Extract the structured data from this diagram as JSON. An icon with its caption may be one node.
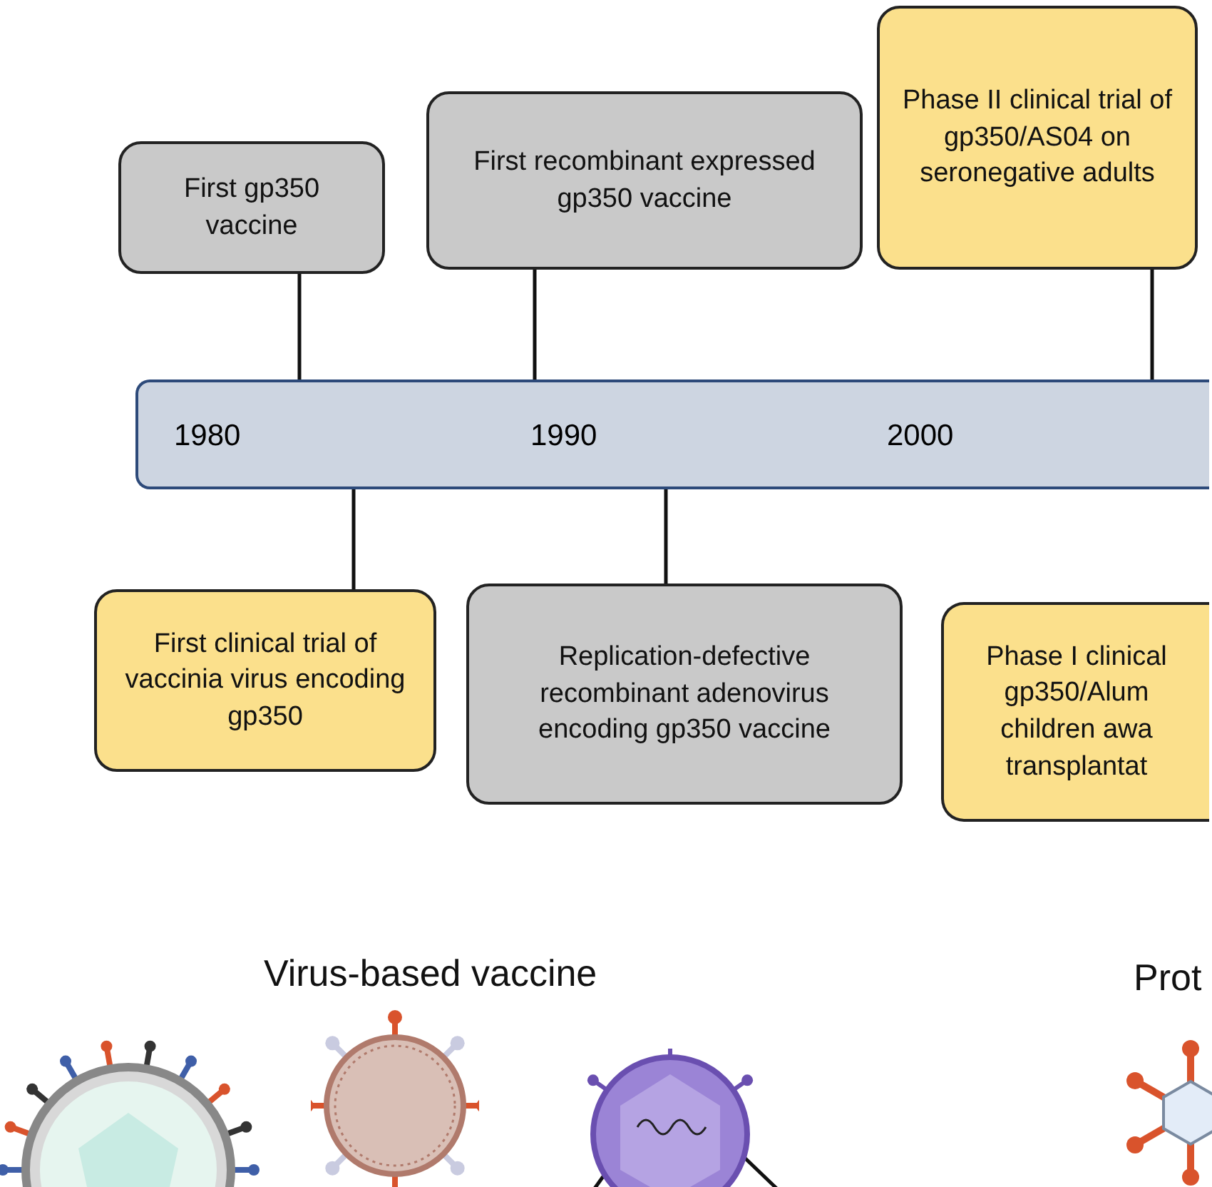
{
  "diagram": {
    "nodes": [
      {
        "text": [
          "First gp350 vaccine"
        ]
      },
      {
        "text": [
          "First recombinant expressed gp350 vaccine"
        ]
      },
      {
        "text": [
          "Phase II clinical trial of gp350/AS04 on seronegative adults"
        ]
      },
      {
        "text": [
          "1980",
          "1990",
          "2000"
        ]
      },
      {
        "text": [
          "First clinical trial of vaccinia virus encoding gp350"
        ]
      },
      {
        "text": [
          "Replication-defective recombinant adenovirus encoding gp350 vaccine"
        ]
      },
      {
        "text": [
          "Phase I clinical gp350/Alum children awa transplantat"
        ]
      },
      {
        "text": [],
        "shape": "picture"
      },
      {
        "text": [],
        "shape": "picture"
      },
      {
        "text": [],
        "shape": "picture"
      },
      {
        "text": [],
        "shape": "picture"
      }
    ],
    "edges": [
      {
        "from": 0,
        "to": 3,
        "arrow": "none"
      },
      {
        "from": 1,
        "to": 3,
        "arrow": "none"
      },
      {
        "from": 2,
        "to": 3,
        "arrow": "none"
      },
      {
        "from": 4,
        "to": 3,
        "arrow": "none"
      },
      {
        "from": 5,
        "to": 3,
        "arrow": "none"
      },
      {
        "from": 9,
        "to": null,
        "arrow": "none"
      },
      {
        "from": 9,
        "to": null,
        "arrow": "none"
      }
    ],
    "labels": [
      "Virus-based vaccine",
      "Prot"
    ]
  }
}
